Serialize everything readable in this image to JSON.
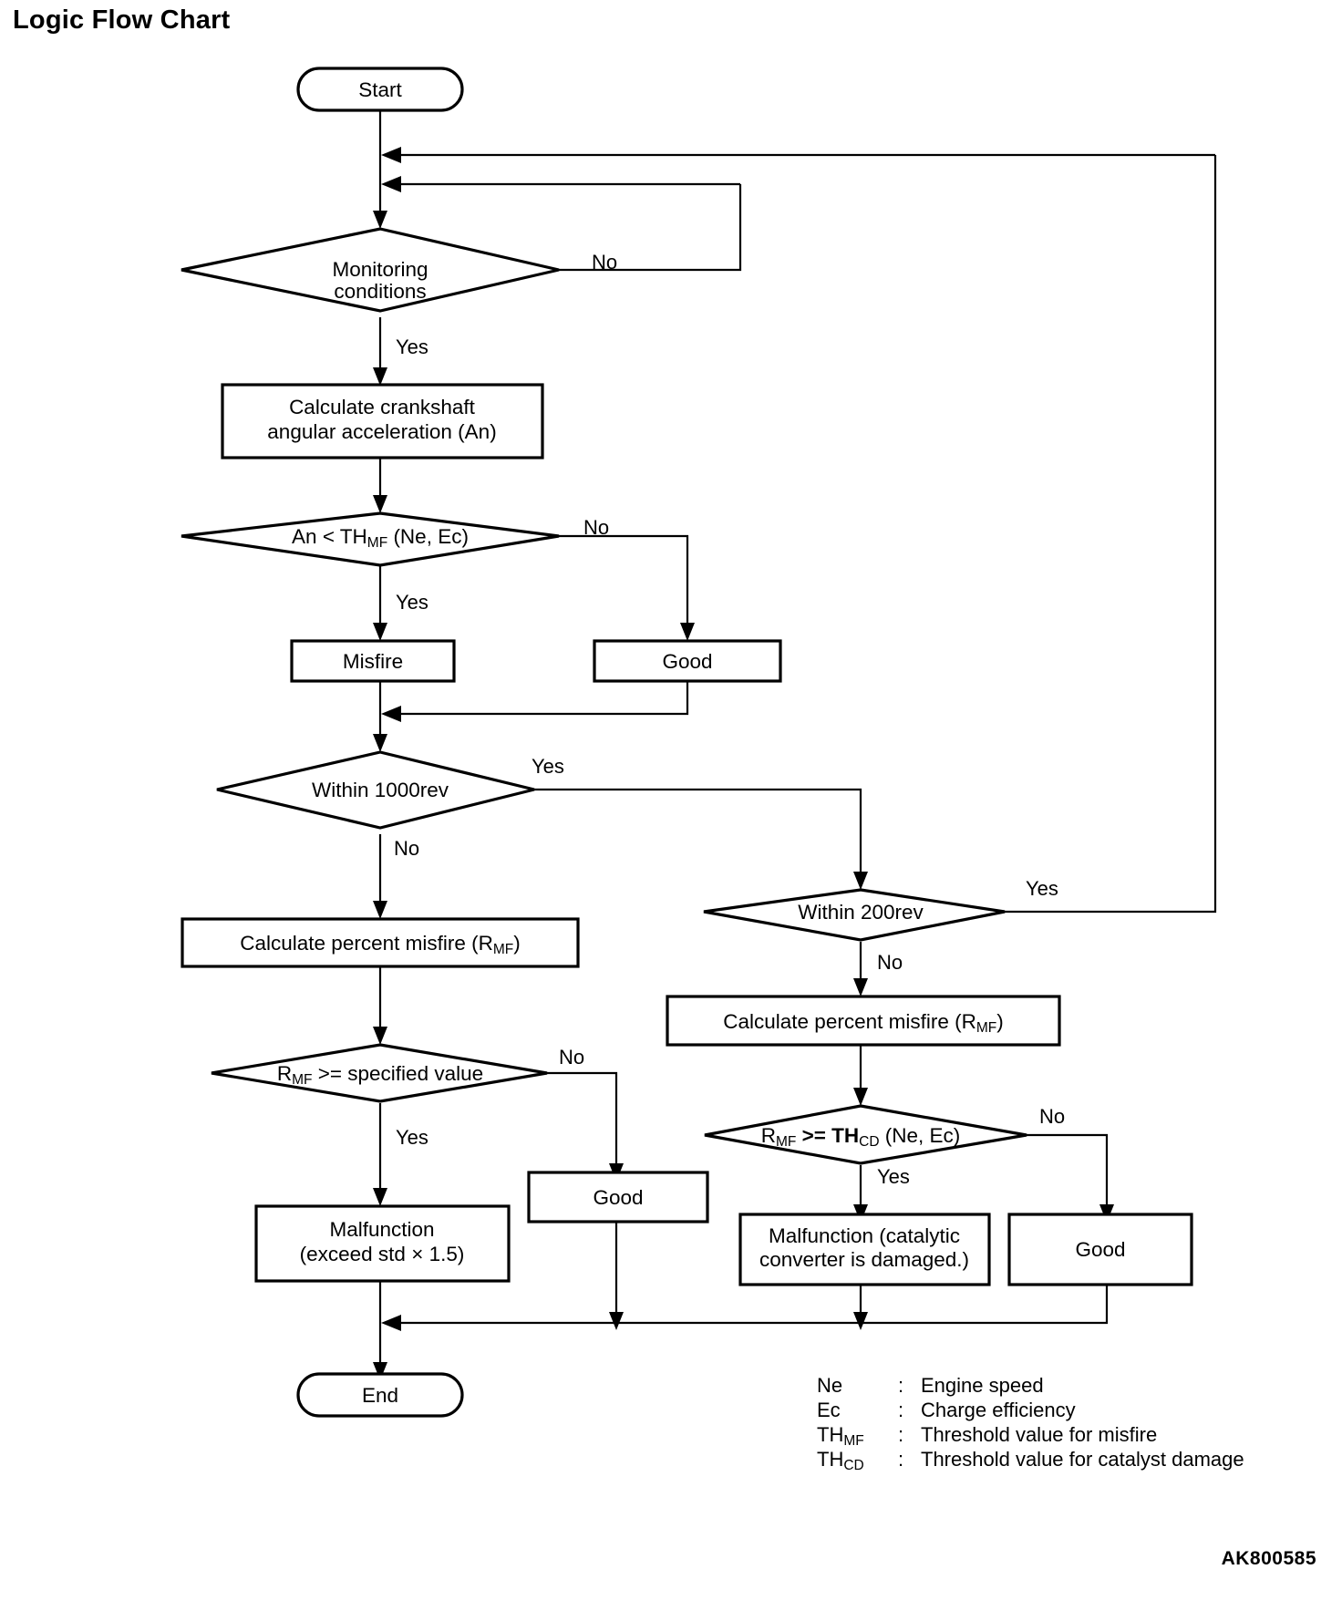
{
  "page": {
    "title": "Logic Flow Chart",
    "figure_code": "AK800585"
  },
  "chart_data": {
    "type": "diagram",
    "diagram_kind": "flowchart",
    "title": "Logic Flow Chart",
    "nodes": [
      {
        "id": "start",
        "shape": "terminator",
        "text": "Start"
      },
      {
        "id": "mon",
        "shape": "decision",
        "text_line1": "Monitoring",
        "text_line2": "conditions"
      },
      {
        "id": "calc_crank",
        "shape": "process",
        "text_line1": "Calculate crankshaft",
        "text_line2": "angular acceleration (An)"
      },
      {
        "id": "an_thmf",
        "shape": "decision",
        "text_pre": "An < TH",
        "text_sub": "MF",
        "text_post": " (Ne, Ec)"
      },
      {
        "id": "misfire",
        "shape": "process",
        "text": "Misfire"
      },
      {
        "id": "good_top",
        "shape": "process",
        "text": "Good"
      },
      {
        "id": "within1000",
        "shape": "decision",
        "text": "Within 1000rev"
      },
      {
        "id": "within200",
        "shape": "decision",
        "text": "Within 200rev"
      },
      {
        "id": "calc_rmf_l",
        "shape": "process",
        "text_pre": "Calculate percent misfire (R",
        "text_sub": "MF",
        "text_post": ")"
      },
      {
        "id": "calc_rmf_r",
        "shape": "process",
        "text_pre": "Calculate percent misfire (R",
        "text_sub": "MF",
        "text_post": ")"
      },
      {
        "id": "rmf_spec",
        "shape": "decision",
        "text_pre": "R",
        "text_sub": "MF",
        "text_post": " >= specified value"
      },
      {
        "id": "rmf_thcd",
        "shape": "decision",
        "text_pre": "R",
        "text_sub": "MF",
        "text_mid": " >= TH",
        "text_sub2": "CD",
        "text_post": " (Ne, Ec)"
      },
      {
        "id": "malf_std",
        "shape": "process",
        "text_line1": "Malfunction",
        "text_line2": "(exceed std × 1.5)"
      },
      {
        "id": "good_mid",
        "shape": "process",
        "text": "Good"
      },
      {
        "id": "malf_cat",
        "shape": "process",
        "text_line1": "Malfunction (catalytic",
        "text_line2": "converter is damaged.)"
      },
      {
        "id": "good_right",
        "shape": "process",
        "text": "Good"
      },
      {
        "id": "end",
        "shape": "terminator",
        "text": "End"
      }
    ],
    "edges": [
      {
        "from": "start",
        "to": "mon",
        "label": ""
      },
      {
        "from": "mon",
        "to": "mon",
        "label": "No"
      },
      {
        "from": "mon",
        "to": "calc_crank",
        "label": "Yes"
      },
      {
        "from": "calc_crank",
        "to": "an_thmf",
        "label": ""
      },
      {
        "from": "an_thmf",
        "to": "misfire",
        "label": "Yes"
      },
      {
        "from": "an_thmf",
        "to": "good_top",
        "label": "No"
      },
      {
        "from": "misfire",
        "to": "within1000",
        "label": ""
      },
      {
        "from": "good_top",
        "to": "within1000",
        "label": ""
      },
      {
        "from": "within1000",
        "to": "within200",
        "label": "Yes"
      },
      {
        "from": "within1000",
        "to": "calc_rmf_l",
        "label": "No"
      },
      {
        "from": "within200",
        "to": "mon",
        "label": "Yes"
      },
      {
        "from": "within200",
        "to": "calc_rmf_r",
        "label": "No"
      },
      {
        "from": "calc_rmf_l",
        "to": "rmf_spec",
        "label": ""
      },
      {
        "from": "calc_rmf_r",
        "to": "rmf_thcd",
        "label": ""
      },
      {
        "from": "rmf_spec",
        "to": "malf_std",
        "label": "Yes"
      },
      {
        "from": "rmf_spec",
        "to": "good_mid",
        "label": "No"
      },
      {
        "from": "rmf_thcd",
        "to": "malf_cat",
        "label": "Yes"
      },
      {
        "from": "rmf_thcd",
        "to": "good_right",
        "label": "No"
      },
      {
        "from": "malf_std",
        "to": "end",
        "label": ""
      },
      {
        "from": "good_mid",
        "to": "end",
        "label": ""
      },
      {
        "from": "malf_cat",
        "to": "end",
        "label": ""
      },
      {
        "from": "good_right",
        "to": "end",
        "label": ""
      }
    ]
  },
  "labels": {
    "start": "Start",
    "end": "End",
    "monitoring_l1": "Monitoring",
    "monitoring_l2": "conditions",
    "calc_crank_l1": "Calculate crankshaft",
    "calc_crank_l2": "angular acceleration (An)",
    "an_thmf_pre": "An < TH",
    "an_thmf_sub": "MF",
    "an_thmf_post": " (Ne, Ec)",
    "misfire": "Misfire",
    "good": "Good",
    "within1000": "Within 1000rev",
    "within200": "Within 200rev",
    "calc_rmf_pre": "Calculate percent misfire (R",
    "calc_rmf_sub": "MF",
    "calc_rmf_post": ")",
    "rmf_spec_pre": "R",
    "rmf_spec_sub": "MF",
    "rmf_spec_post": " >= specified value",
    "rmf_thcd_pre": "R",
    "rmf_thcd_sub": "MF",
    "rmf_thcd_mid": " >= TH",
    "rmf_thcd_sub2": "CD",
    "rmf_thcd_post": " (Ne, Ec)",
    "malf_std_l1": "Malfunction",
    "malf_std_l2": "(exceed std × 1.5)",
    "malf_cat_l1": "Malfunction (catalytic",
    "malf_cat_l2": "converter is damaged.)",
    "yes": "Yes",
    "no": "No"
  },
  "legend": {
    "rows": [
      {
        "key": "Ne",
        "key_sub": "",
        "sep": ": ",
        "value": "Engine speed"
      },
      {
        "key": "Ec",
        "key_sub": "",
        "sep": ": ",
        "value": "Charge efficiency"
      },
      {
        "key": "TH",
        "key_sub": "MF",
        "sep": ": ",
        "value": "Threshold value for misfire"
      },
      {
        "key": "TH",
        "key_sub": "CD",
        "sep": ": ",
        "value": "Threshold value for catalyst damage"
      }
    ]
  },
  "colors": {
    "ink": "#000000",
    "paper": "#ffffff"
  }
}
